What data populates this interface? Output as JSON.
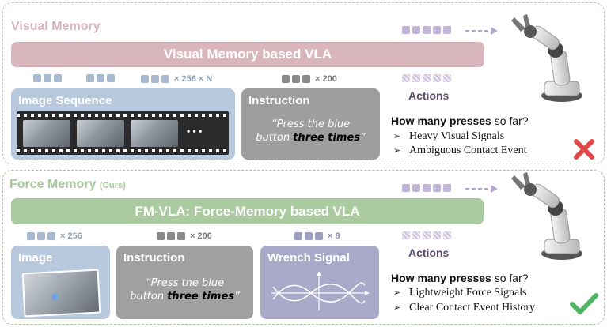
{
  "visual_memory": {
    "title": "Visual Memory",
    "banner": "Visual Memory based VLA",
    "image_tokens_mult": "× 256 × N",
    "instruction_tokens_mult": "× 200",
    "image_card_title": "Image Sequence",
    "ellipsis": "• • •",
    "instruction_card_title": "Instruction",
    "instruction_quote_line1": "“Press the blue",
    "instruction_quote_line2_pre": "button ",
    "instruction_quote_emph": "three times",
    "instruction_quote_post": "”",
    "actions_label": "Actions",
    "question_bold": "How many presses",
    "question_rest": " so far?",
    "bullets": [
      "Heavy Visual Signals",
      "Ambiguous Contact Event"
    ],
    "result": "cross",
    "colors": {
      "border": "#d9b6bd",
      "title": "#d7b3b9",
      "banner": "#d9b5bc",
      "image_card": "#b8c8dd",
      "instruction_card": "#9e9e9e",
      "cross": "#e14a4a"
    }
  },
  "force_memory": {
    "title": "Force Memory",
    "title_suffix": "(Ours)",
    "banner": "FM-VLA: Force-Memory based VLA",
    "image_tokens_mult": "× 256",
    "instruction_tokens_mult": "× 200",
    "wrench_tokens_mult": "× 8",
    "image_card_title": "Image",
    "instruction_card_title": "Instruction",
    "instruction_quote_line1": "“Press the blue",
    "instruction_quote_line2_pre": "button ",
    "instruction_quote_emph": "three times",
    "instruction_quote_post": "”",
    "wrench_card_title": "Wrench Signal",
    "actions_label": "Actions",
    "question_bold": "How many presses",
    "question_rest": " so far?",
    "bullets": [
      "Lightweight Force Signals",
      "Clear Contact Event History"
    ],
    "result": "check",
    "colors": {
      "border": "#a7c59c",
      "title": "#a9c79e",
      "banner": "#aacba0",
      "image_card": "#b8c8dd",
      "instruction_card": "#a0a0a0",
      "wrench_card": "#a9a9c9",
      "check": "#4fb564"
    }
  },
  "icons": [
    "robot-arm-icon",
    "dashed-arrow-icon",
    "cross-icon",
    "check-icon",
    "wave-plot-icon"
  ]
}
